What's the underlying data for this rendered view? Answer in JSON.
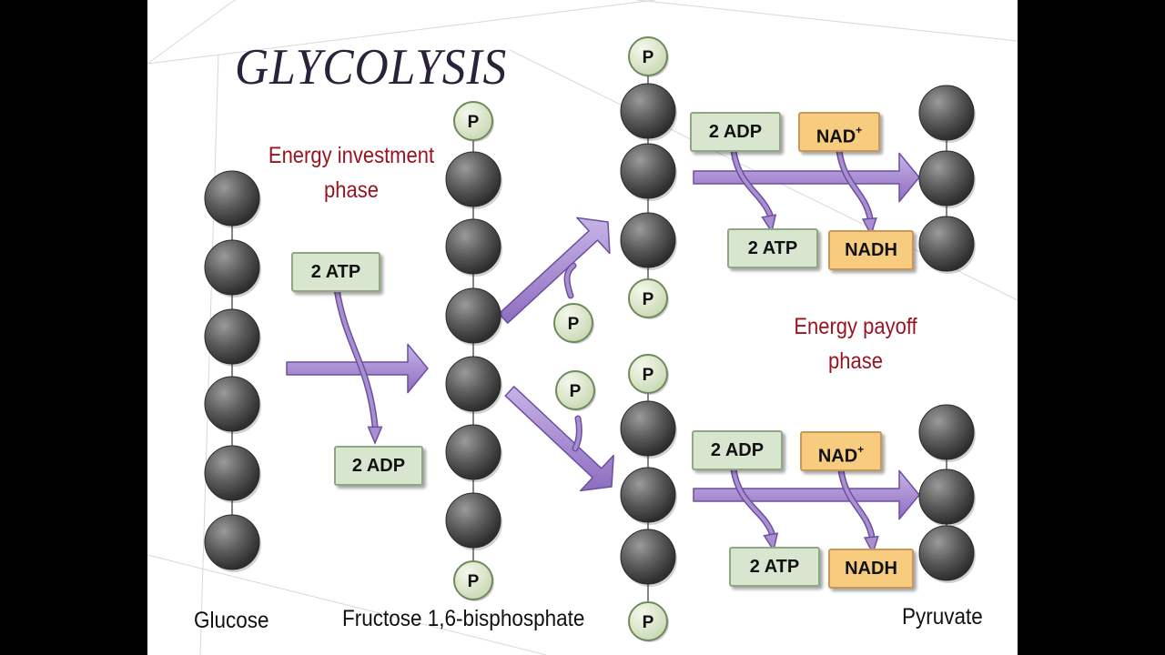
{
  "title": "GLYCOLYSIS",
  "phases": {
    "investment": {
      "line1": "Energy investment",
      "line2": "phase"
    },
    "payoff": {
      "line1": "Energy payoff",
      "line2": "phase"
    }
  },
  "molecules": {
    "glucose": "Glucose",
    "fructose": "Fructose 1,6-bisphosphate",
    "pyruvate": "Pyruvate"
  },
  "phosphate_label": "P",
  "investment_step": {
    "input": "2 ATP",
    "output": "2 ADP"
  },
  "payoff_steps": [
    {
      "adp": "2 ADP",
      "nad": "NAD",
      "nad_sup": "+",
      "atp": "2 ATP",
      "nadh": "NADH"
    },
    {
      "adp": "2 ADP",
      "nad": "NAD",
      "nad_sup": "+",
      "atp": "2 ATP",
      "nadh": "NADH"
    }
  ],
  "colors": {
    "carbon": "#555555",
    "phosphate_fill": "#dde8cc",
    "arrow": "#a98fd0",
    "arrow_edge": "#6c4fa0",
    "phase_text": "#9b1320"
  }
}
